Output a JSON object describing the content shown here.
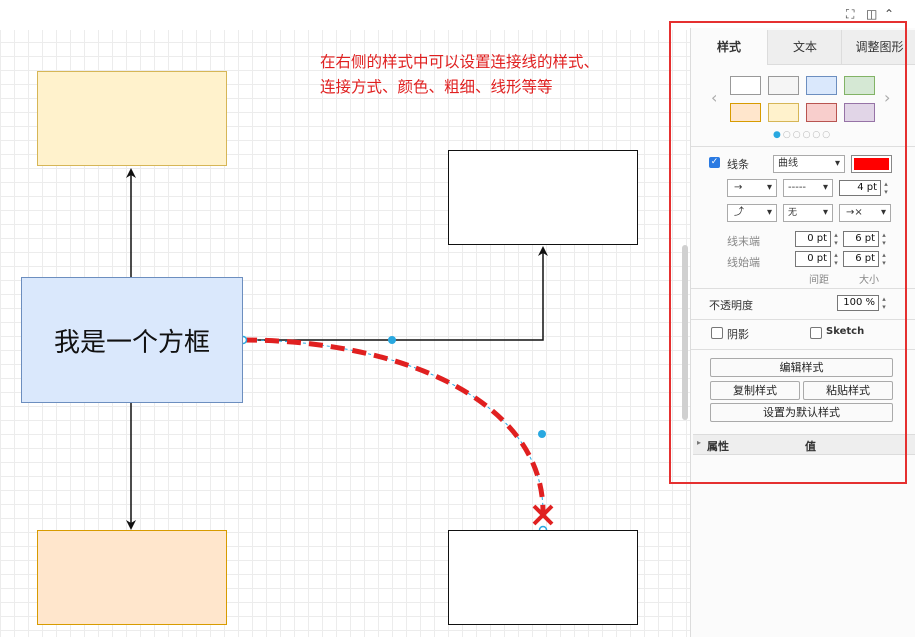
{
  "toolbar": {
    "fit_icon": "fullscreen-icon",
    "panel_icon": "panel-toggle-icon",
    "collapse_icon": "collapse-up-icon"
  },
  "canvas": {
    "main_box_label": "我是一个方框",
    "annotation_line1": "在右侧的样式中可以设置连接线的样式、",
    "annotation_line2": "连接方式、颜色、粗细、线形等等",
    "colors": {
      "top_box_fill": "#fff2cc",
      "top_box_stroke": "#d6b656",
      "main_box_fill": "#dae8fc",
      "main_box_stroke": "#6c8ebf",
      "bottom_box_fill": "#ffe6cc",
      "bottom_box_stroke": "#d79b00",
      "selected_edge": "#e02020",
      "selection_handle": "#29a8e0"
    }
  },
  "panel": {
    "tabs": [
      {
        "label": "样式"
      },
      {
        "label": "文本"
      },
      {
        "label": "调整图形"
      }
    ],
    "swatches": [
      "#ffffff",
      "#f5f5f5",
      "#dae8fc",
      "#d5e8d4",
      "#ffe6cc",
      "#fff2cc",
      "#f8cecc",
      "#e1d5e7"
    ],
    "line": {
      "checkbox_label": "线条",
      "style_value": "曲线",
      "color": "#ff0000",
      "width_value": "4 pt",
      "line_end_label": "线末端",
      "line_start_label": "线始端",
      "end_spacing": "0 pt",
      "end_size": "6 pt",
      "start_spacing": "0 pt",
      "start_size": "6 pt",
      "spacing_label": "间距",
      "size_label": "大小",
      "pattern_value": "-----",
      "arrow_value": "→",
      "waypoint_value": "无",
      "end_arrow_value": "→×"
    },
    "opacity": {
      "label": "不透明度",
      "value": "100 %"
    },
    "shadow_label": "阴影",
    "sketch_label": "Sketch",
    "buttons": {
      "edit_style": "编辑样式",
      "copy_style": "复制样式",
      "paste_style": "粘贴样式",
      "set_default": "设置为默认样式"
    },
    "properties": {
      "name_header": "属性",
      "value_header": "值"
    }
  }
}
